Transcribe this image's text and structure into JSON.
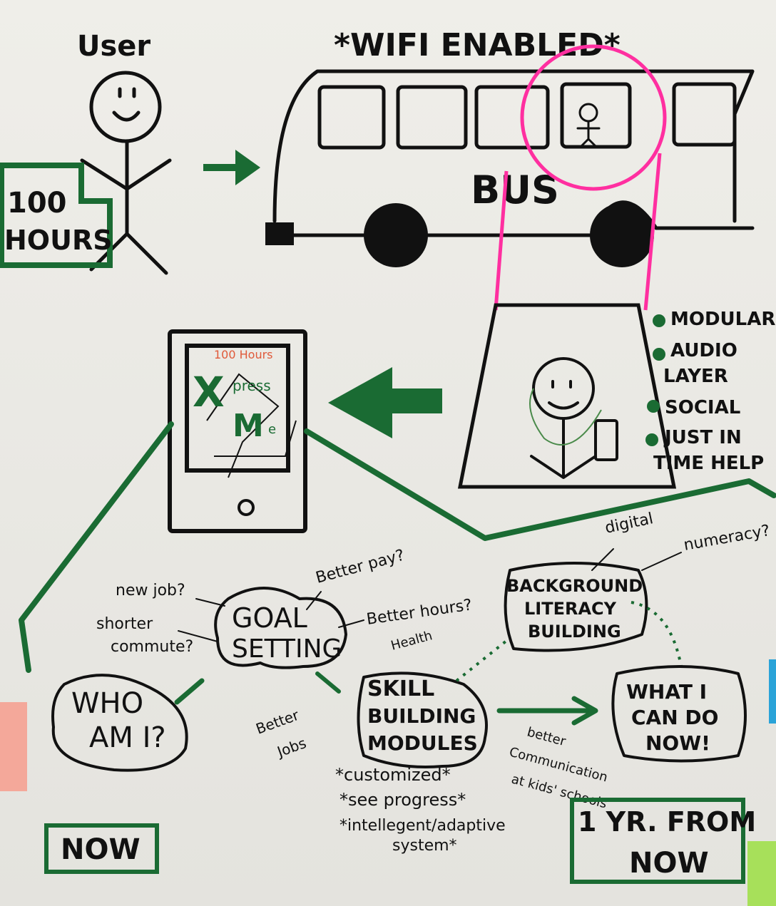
{
  "title": "User",
  "header": {
    "wifi": "*WIFI ENABLED*"
  },
  "bus": {
    "label": "BUS"
  },
  "hours_badge": {
    "line1": "100",
    "line2": "HOURS"
  },
  "features": [
    "MODULAR",
    "AUDIO",
    "LAYER",
    "SOCIAL",
    "JUST IN",
    "TIME HELP"
  ],
  "phone": {
    "hours": "100 Hours",
    "x": "X",
    "press": "press",
    "m": "M",
    "e": "e"
  },
  "goal": {
    "line1": "GOAL",
    "line2": "SETTING",
    "new_job": "new job?",
    "shorter": "shorter",
    "commute": "commute?",
    "pay": "Better pay?",
    "hours": "Better hours?"
  },
  "who": {
    "line1": "WHO",
    "line2": "AM I?"
  },
  "skill": {
    "line1": "SKILL",
    "line2": "BUILDING",
    "line3": "MODULES",
    "health": "Health",
    "better": "Better",
    "jobs": "Jobs",
    "comm1": "better",
    "comm2": "Communication",
    "comm3": "at kids' schools"
  },
  "notes": [
    "*customized*",
    "*see progress*",
    "*intellegent/adaptive",
    "system*"
  ],
  "background": {
    "line1": "BACKGROUND",
    "line2": "LITERACY",
    "line3": "BUILDING",
    "digital": "digital",
    "numeracy": "numeracy?"
  },
  "outcome": {
    "line1": "WHAT I",
    "line2": "CAN DO",
    "line3": "NOW!"
  },
  "timeline": {
    "now": "NOW",
    "later1": "1 YR. FROM",
    "later2": "NOW"
  },
  "colors": {
    "green": "#1a6b33",
    "pink": "#ff2fa0",
    "ink": "#111111",
    "paper": "#ecebe6"
  }
}
